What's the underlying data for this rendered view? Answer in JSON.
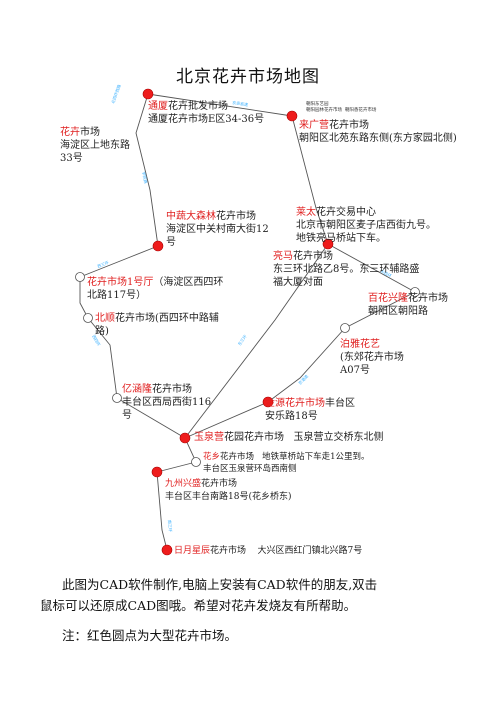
{
  "title": "北京花卉市场地图",
  "markets": {
    "tongxia": {
      "name": "通厦",
      "name_suffix": "花卉批发市场",
      "address": "通厦花卉市场E区34-36号"
    },
    "huahui_haidian": {
      "name": "花卉",
      "name_suffix": "市场",
      "address": "海淀区上地东路33号"
    },
    "laiguangying": {
      "name": "来广营",
      "name_suffix": "花卉市场",
      "address": "朝阳区北苑东路东侧(东方家园北侧)"
    },
    "laiguangying_small": [
      "朝阳东艺园",
      "朝阳园林花卉市场",
      "朝阳香花卉市场"
    ],
    "zhongshu": {
      "name": "中蔬大森林",
      "name_suffix": "花卉市场",
      "address": "海淀区中关村南大街12号"
    },
    "laitai": {
      "name": "莱太",
      "name_suffix": "花卉交易中心",
      "address": "北京市朝阳区麦子店西街九号。",
      "note": "地铁亮马桥站下车。"
    },
    "liangma": {
      "name": "亮马",
      "name_suffix": "花卉市场",
      "address": "东三环北路乙8号。东三环辅路盛福大厦对面"
    },
    "huahui_1": {
      "name": "花卉市场1号厅",
      "address": "（海淀区西四环北路117号）"
    },
    "baihuaxinglong": {
      "name": "百花兴隆",
      "name_suffix": "花卉市场",
      "address": "朝阳区朝阳路"
    },
    "beishun": {
      "name": "北顺",
      "name_suffix": "花卉市场",
      "address": "(西四环中路辅路)"
    },
    "boya": {
      "name": "泊雅花艺",
      "address": "(东郊花卉市场A07号"
    },
    "yihanlong": {
      "name": "亿涵隆",
      "name_suffix": "花卉市场",
      "address": "丰台区西局西街116号"
    },
    "jinyuan": {
      "name": "金源花卉市场",
      "name_suffix": "丰台区",
      "address": "安乐路18号"
    },
    "yuquanying": {
      "name": "玉泉营",
      "name_suffix": "花园花卉市场",
      "address": "玉泉营立交桥东北侧"
    },
    "huaxiang": {
      "name": "花乡",
      "name_suffix": "花卉市场",
      "note": "地铁草桥站下车走1公里到。",
      "address": "丰台区玉泉营环岛西南侧"
    },
    "jiuzhouxingcheng": {
      "name": "九州兴盛",
      "name_suffix": "花卉市场",
      "address": "丰台区丰台南路18号(花乡桥东)"
    },
    "riyuexingchen": {
      "name": "日月星辰",
      "name_suffix": "花卉市场",
      "address": "大兴区西红门镇北兴路7号"
    }
  },
  "road_labels": [
    "北四环西路",
    "京承高速",
    "学院路",
    "西三环",
    "西四环",
    "东三环",
    "东四环",
    "京港澳",
    "南三环"
  ],
  "footer": {
    "line1": "此图为CAD软件制作,电脑上安装有CAD软件的朋友,双击",
    "line2": "鼠标可以还原成CAD图哦。希望对花卉发烧友有所帮助。",
    "line3": "注：红色圆点为大型花卉市场。"
  },
  "colors": {
    "marker_major": "#ee1c1c",
    "marker_minor": "#ffffff",
    "route": "#555555",
    "road_label": "#39b0ff"
  }
}
